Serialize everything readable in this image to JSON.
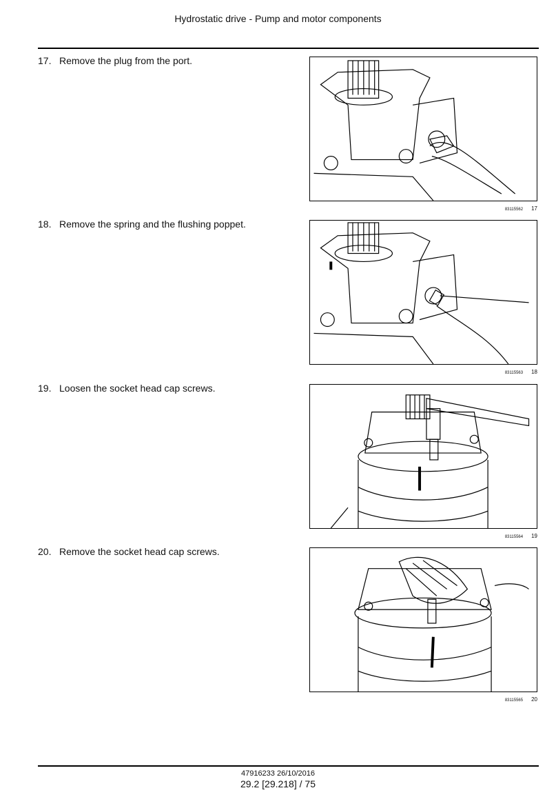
{
  "header": {
    "title": "Hydrostatic drive - Pump and motor components"
  },
  "steps": [
    {
      "number": "17.",
      "text": "Remove the plug from the port.",
      "figure_code": "83115562",
      "figure_number": "17"
    },
    {
      "number": "18.",
      "text": "Remove the spring and the flushing poppet.",
      "figure_code": "83115563",
      "figure_number": "18"
    },
    {
      "number": "19.",
      "text": "Loosen the socket head cap screws.",
      "figure_code": "83115564",
      "figure_number": "19"
    },
    {
      "number": "20.",
      "text": "Remove the socket head cap screws.",
      "figure_code": "83115565",
      "figure_number": "20"
    }
  ],
  "footer": {
    "doc_ref": "47916233 26/10/2016",
    "page": "29.2 [29.218] / 75"
  }
}
